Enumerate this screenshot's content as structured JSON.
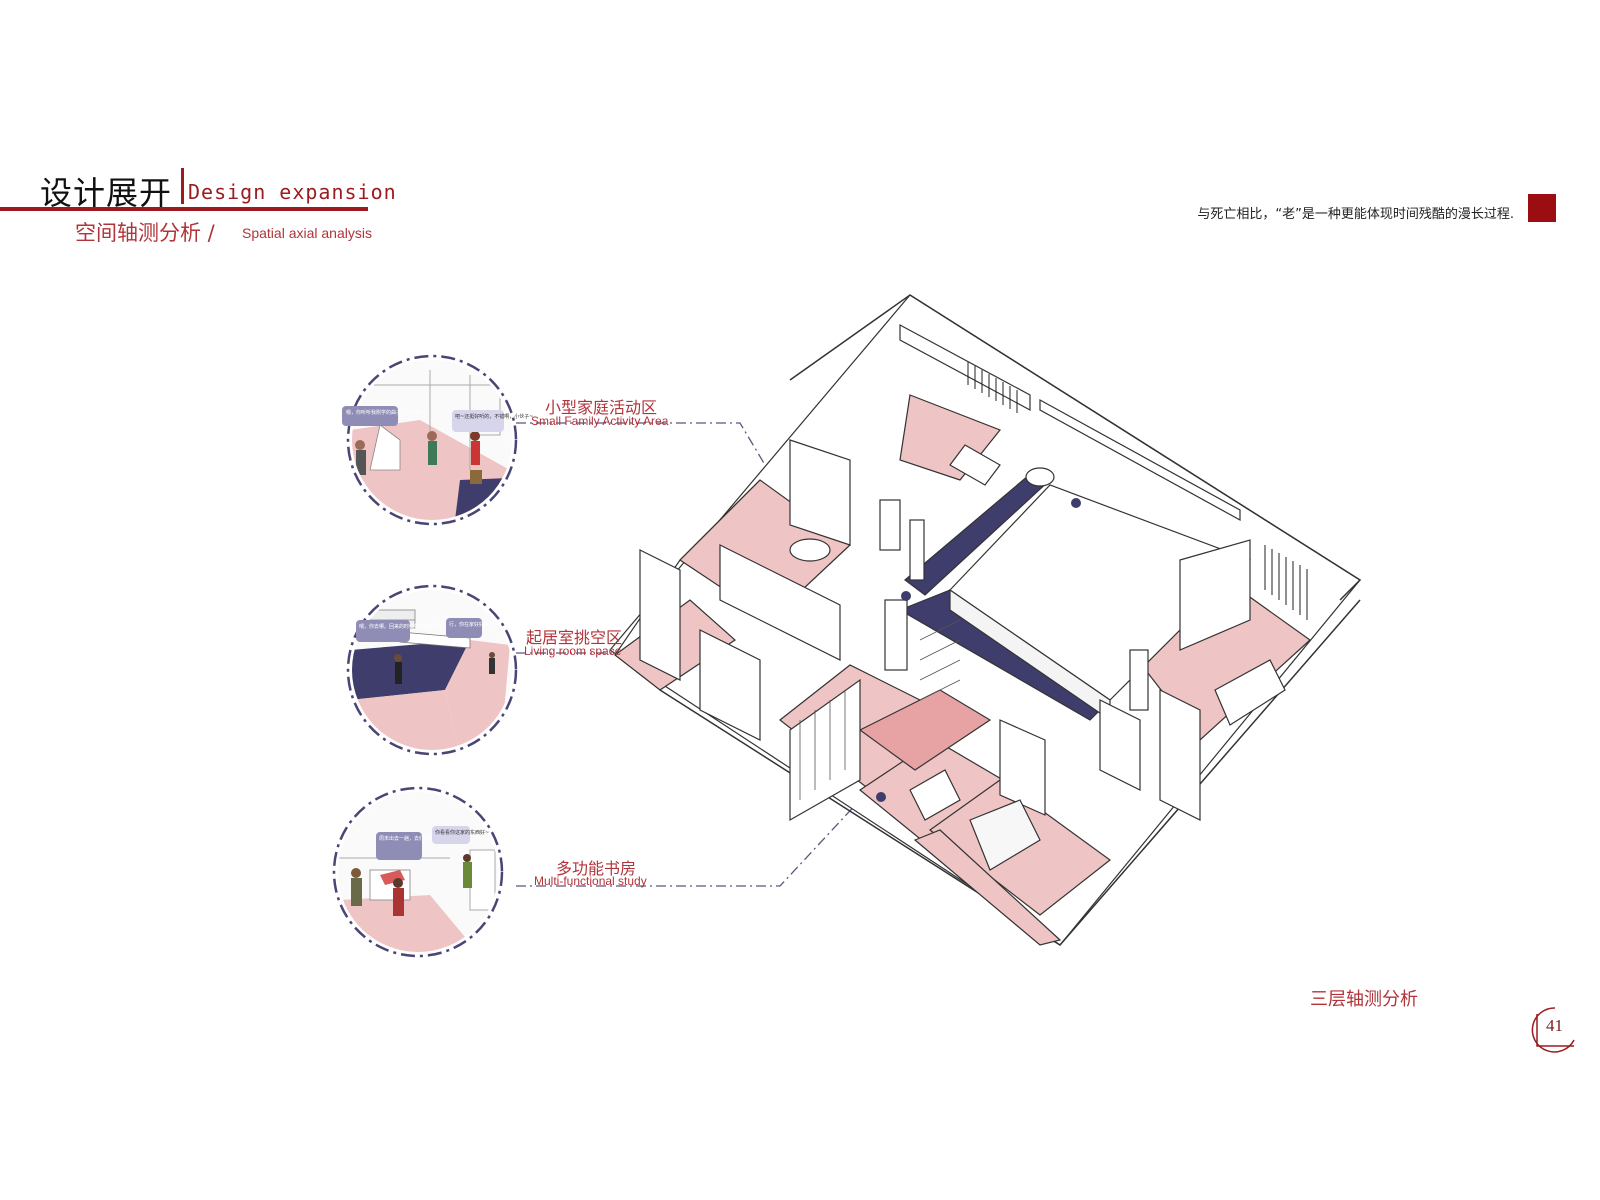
{
  "header": {
    "title_cn": "设计展开",
    "title_en": "Design expansion",
    "subtitle_cn": "空间轴测分析 /",
    "subtitle_en": "Spatial axial analysis"
  },
  "quote": "与死亡相比，“老”是一种更能体现时间残酷的漫长过程.",
  "zones": [
    {
      "label_cn": "小型家庭活动区",
      "label_en": "Small Family Activity Area"
    },
    {
      "label_cn": "起居室挑空区",
      "label_en": "Living room space"
    },
    {
      "label_cn": "多功能书房",
      "label_en": "Multi-functional study"
    }
  ],
  "vignette_bubbles": {
    "v1a": "嗯，你听听我刚学的曲子，怎么样~",
    "v1b": "吧~还挺好听的，不错啊，小伙子~",
    "v2a": "喂，你去哪。回来的时候带下快递吗？",
    "v2b": "行，你在家好好学习。",
    "v3a": "周末出去一趟，去们去出游，那边的天气很不错的。",
    "v3b": "你看看你这家的东西好~"
  },
  "caption": "三层轴测分析",
  "page_number": "41",
  "colors": {
    "brand": "#9b1b1f",
    "floor_pink": "#efc4c4",
    "navy": "#3f3d6b"
  }
}
